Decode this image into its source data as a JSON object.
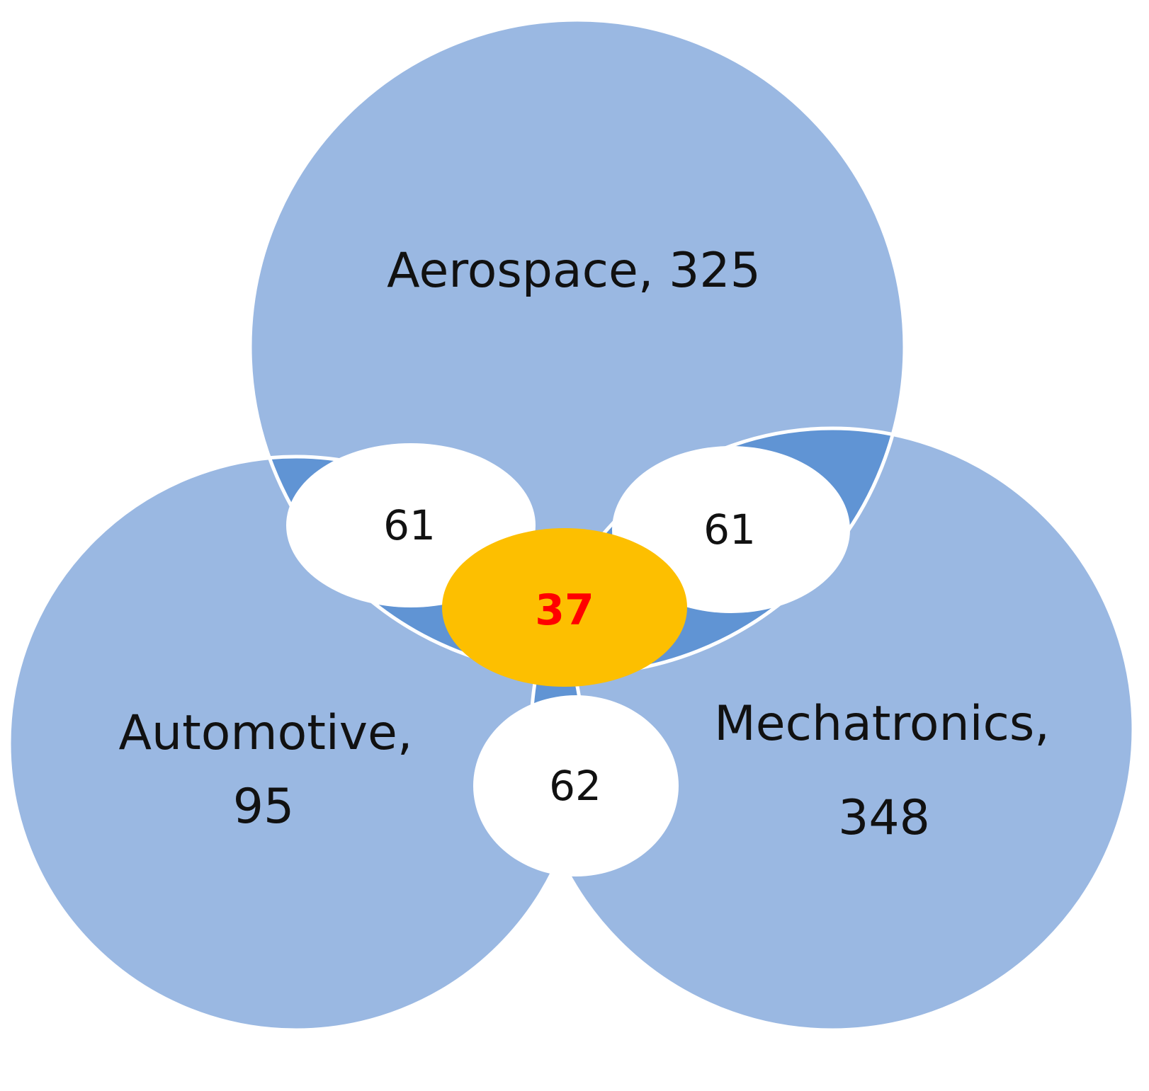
{
  "colors": {
    "circle_fill": "#9ab8e2",
    "pair_overlap_fill": "#6094d4",
    "circle_outline": "#ffffff",
    "pair_ellipse_fill": "#ffffff",
    "center_ellipse_fill": "#fdbf00",
    "center_text": "#ff0000",
    "label_text": "#111111"
  },
  "sets": {
    "aerospace": {
      "label": "Aerospace, 325"
    },
    "automotive": {
      "line1": "Automotive,",
      "line2": "95"
    },
    "mechatronics": {
      "line1": "Mechatronics,",
      "line2": "348"
    }
  },
  "intersections": {
    "aerospace_automotive": "61",
    "aerospace_mechatronics": "61",
    "automotive_mechatronics": "62",
    "all_three": "37"
  }
}
